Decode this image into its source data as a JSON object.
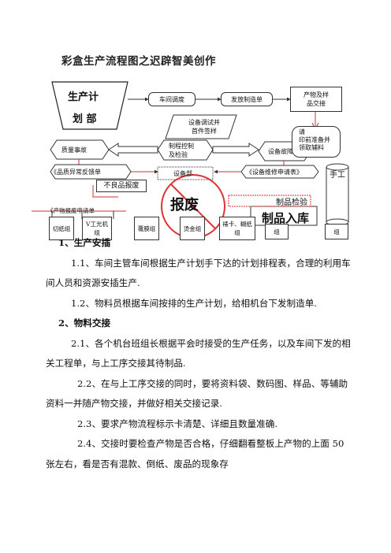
{
  "title": "彩盒生产流程图之迟辟智美创作",
  "flow": {
    "plan_l1": "生产计",
    "plan_l2": "划 部",
    "workshop": "车间调度",
    "issue_order": "发放制造单",
    "product_handover_l1": "产物及样",
    "product_handover_l2": "品交接",
    "debug_l1": "设备调试并",
    "debug_l2": "首件签样",
    "quality_accident": "质量事故",
    "process_l1": "制程控制",
    "process_l2": "及检验",
    "equipment_fault": "设备故障",
    "prep_l1": "请",
    "prep_l2": "印前准备并",
    "prep_l3": "领取辅料",
    "quality_form": "《品质异常反馈单",
    "equipment_dept": "设备部",
    "repair_form": "《设备维修申请表》",
    "manual": "手工",
    "defect_report": "不良品报废",
    "product_inspect": "制品检验",
    "scrap": "报废",
    "warehouse": "制品入库",
    "scrap_form": "《产物报废申请单",
    "groups": [
      "切纸组",
      "V工光机组",
      "覆膜组",
      "烫金组",
      "裱卡、糊纸组",
      "组",
      "组"
    ]
  },
  "sections": {
    "s1_title": "1、生产安插",
    "s1_p1": "1.1、车间主管车间根据生产计划手下达的计划排程表，合理的利用车间人员和资源安插生产.",
    "s1_p2": "1.2、物料员根据车间按排的生产计划，给相机台下发制造单.",
    "s2_title": "2、物料交接",
    "s2_p1": "2.1、各个机台班组长根据平会时接受的生产任务，以及车间下发的相关工程单，与上工序交接其待制品.",
    "s2_p2": "2.2、在与上工序交接的同时，要将资料袋、数码图、样品、等辅助资料一并随产物交接，并做好相关交接记录.",
    "s2_p3": "2.3、要求产物流程标示卡清楚、详细且数量准确.",
    "s2_p4": "2.4、交接时要检查产物是否合格，仔细翻看整板上产物的上面 50 张左右，看是否有混款、倒纸、废品的现象存"
  }
}
